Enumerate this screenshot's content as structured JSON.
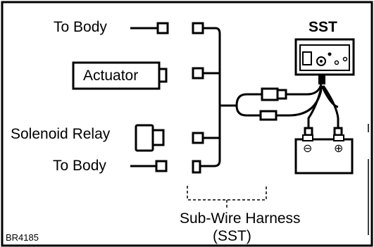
{
  "diagram": {
    "labels": {
      "to_body_top": "To Body",
      "actuator": "Actuator",
      "solenoid_relay": "Solenoid Relay",
      "to_body_bottom": "To Body",
      "sst": "SST",
      "harness_line1": "Sub-Wire Harness",
      "harness_line2": "(SST)",
      "figure_code": "BR4185"
    },
    "battery_terminals": {
      "negative": "⊖",
      "positive": "⊕"
    }
  }
}
